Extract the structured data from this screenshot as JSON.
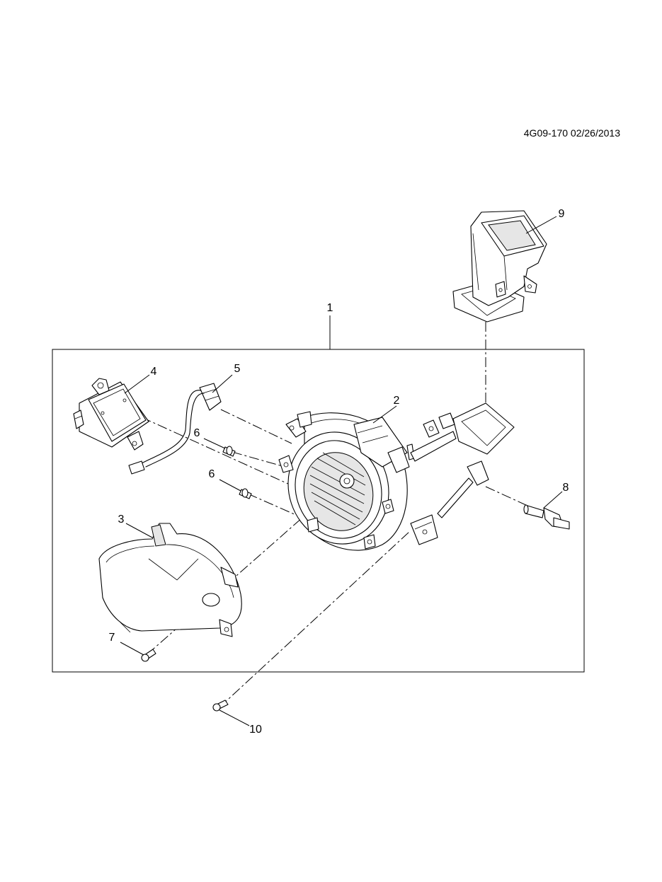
{
  "drawing_id": "4G09-170 02/26/2013",
  "callouts": [
    {
      "id": "c1",
      "label": "1"
    },
    {
      "id": "c2",
      "label": "2"
    },
    {
      "id": "c3",
      "label": "3"
    },
    {
      "id": "c4",
      "label": "4"
    },
    {
      "id": "c5",
      "label": "5"
    },
    {
      "id": "c6a",
      "label": "6"
    },
    {
      "id": "c6b",
      "label": "6"
    },
    {
      "id": "c7",
      "label": "7"
    },
    {
      "id": "c8",
      "label": "8"
    },
    {
      "id": "c9",
      "label": "9"
    },
    {
      "id": "c10",
      "label": "10"
    }
  ]
}
